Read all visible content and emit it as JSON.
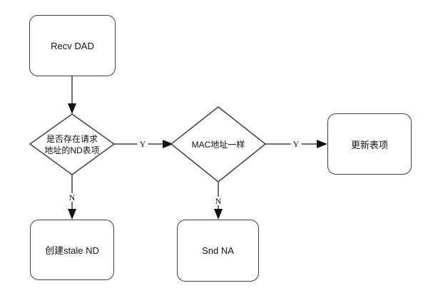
{
  "nodes": {
    "recv_dad": {
      "label": "Recv DAD"
    },
    "nd_exists": {
      "line1": "是否存在请求",
      "line2": "地址的ND表项"
    },
    "mac_same": {
      "label": "MAC地址一样"
    },
    "update_entry": {
      "label": "更新表项"
    },
    "create_stale_nd": {
      "label": "创建stale ND"
    },
    "snd_na": {
      "label": "Snd NA"
    }
  },
  "edge_labels": {
    "nd_exists_yes": "Y",
    "nd_exists_no": "N",
    "mac_same_yes": "Y",
    "mac_same_no": "N"
  },
  "colors": {
    "stroke": "#404040",
    "arrow_fill": "#111111",
    "background": "#ffffff",
    "text": "#111111"
  }
}
